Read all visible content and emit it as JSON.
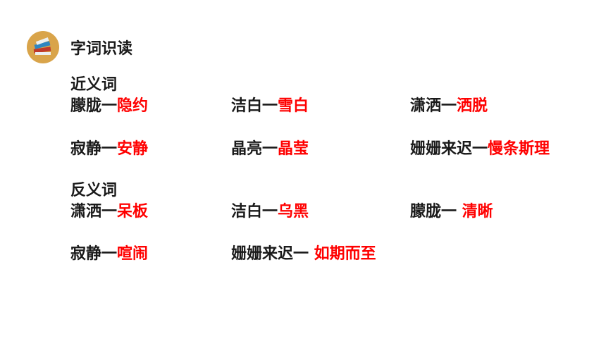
{
  "heading": "字词识读",
  "synonyms": {
    "title": "近义词",
    "items": [
      {
        "word": "朦胧一",
        "answer": "隐约"
      },
      {
        "word": "洁白一",
        "answer": "雪白"
      },
      {
        "word": "潇洒一",
        "answer": "洒脱"
      },
      {
        "word": "寂静一",
        "answer": "安静"
      },
      {
        "word": "晶亮一",
        "answer": "晶莹"
      },
      {
        "word": "姗姗来迟一",
        "answer": "慢条斯理"
      }
    ]
  },
  "antonyms": {
    "title": "反义词",
    "items": [
      {
        "word": "潇洒一",
        "answer": "呆板"
      },
      {
        "word": "洁白一",
        "answer": "乌黑"
      },
      {
        "word": "朦胧一",
        "answer": " 清晰"
      },
      {
        "word": "寂静一",
        "answer": "喧闹"
      },
      {
        "word": "姗姗来迟一",
        "answer": " 如期而至"
      }
    ]
  }
}
